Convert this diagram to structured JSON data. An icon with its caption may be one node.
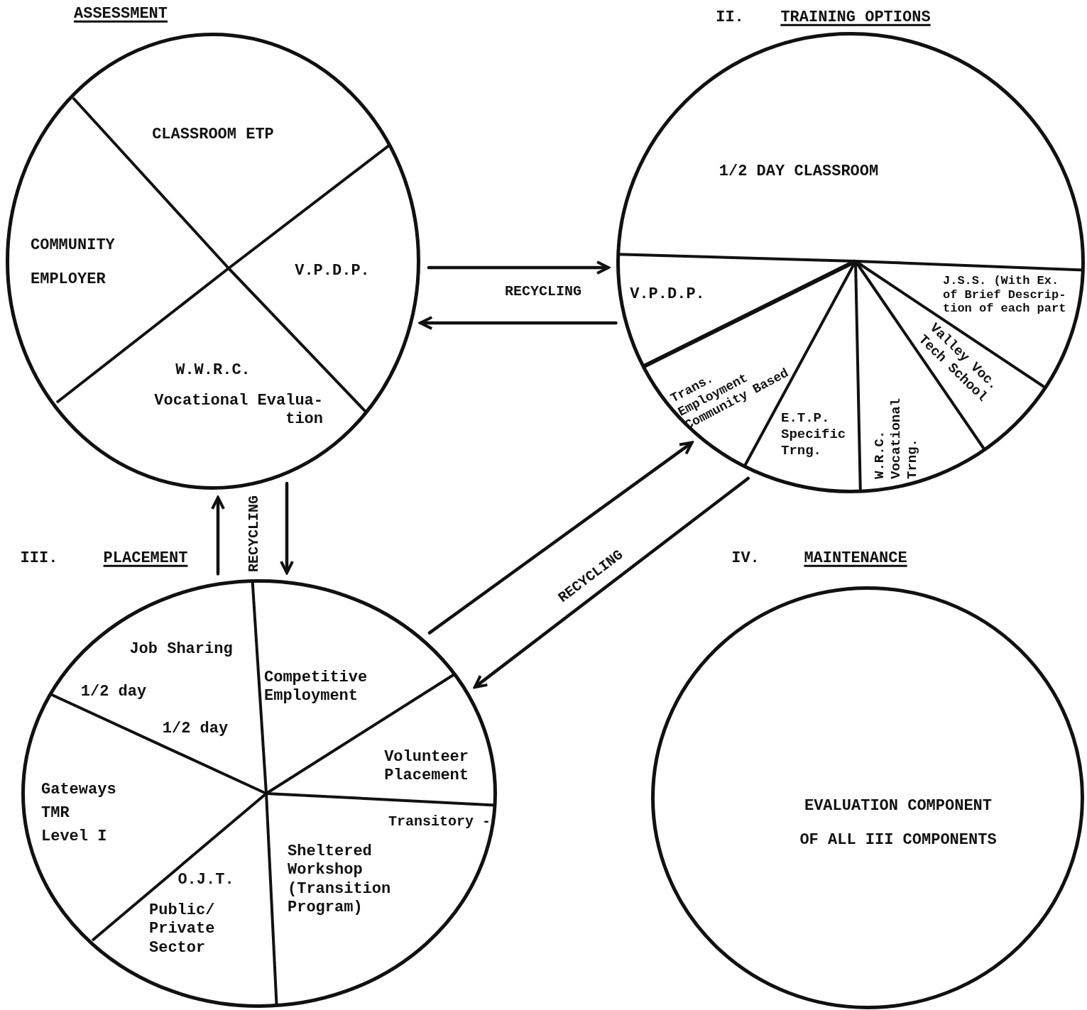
{
  "diagram": {
    "nodes": [
      {
        "text": [
          "ASSESSMENT",
          "CLASSROOM ETP",
          "COMMUNITY EMPLOYER",
          "V.P.D.P.",
          "W.W.R.C.",
          "Vocational Evalua- tion"
        ]
      },
      {
        "text": [
          "II.",
          "TRAINING OPTIONS",
          "1/2 DAY CLASSROOM",
          "V.P.D.P.",
          "Trans. Employment Community Based",
          "E.T.P. Specific Trng.",
          "W.R.C. Vocational Trng.",
          "Valley Voc. Tech School",
          "J.S.S. (With Ex. of Brief Descrip- tion of each part"
        ]
      },
      {
        "text": [
          "III.",
          "PLACEMENT",
          "Job Sharing",
          "1/2 day",
          "1/2 day",
          "Competitive Employment",
          "Volunteer Placement",
          "Transitory -",
          "Gateways TMR Level I",
          "O.J.T.",
          "Public/ Private Sector",
          "Sheltered Workshop (Transition Program)"
        ]
      },
      {
        "text": [
          "IV.",
          "MAINTENANCE",
          "EVALUATION COMPONENT OF ALL III COMPONENTS"
        ]
      }
    ],
    "edges": [
      {
        "from": 0,
        "to": 1,
        "arrow": "to",
        "label": "RECYCLING"
      },
      {
        "from": 1,
        "to": 0,
        "arrow": "to"
      },
      {
        "from": 2,
        "to": 0,
        "arrow": "to"
      },
      {
        "from": 0,
        "to": 2,
        "arrow": "to",
        "label": "RECYCLING"
      },
      {
        "from": 2,
        "to": 1,
        "arrow": "to"
      },
      {
        "from": 1,
        "to": 2,
        "arrow": "to",
        "label": "RECYCLING"
      }
    ]
  }
}
